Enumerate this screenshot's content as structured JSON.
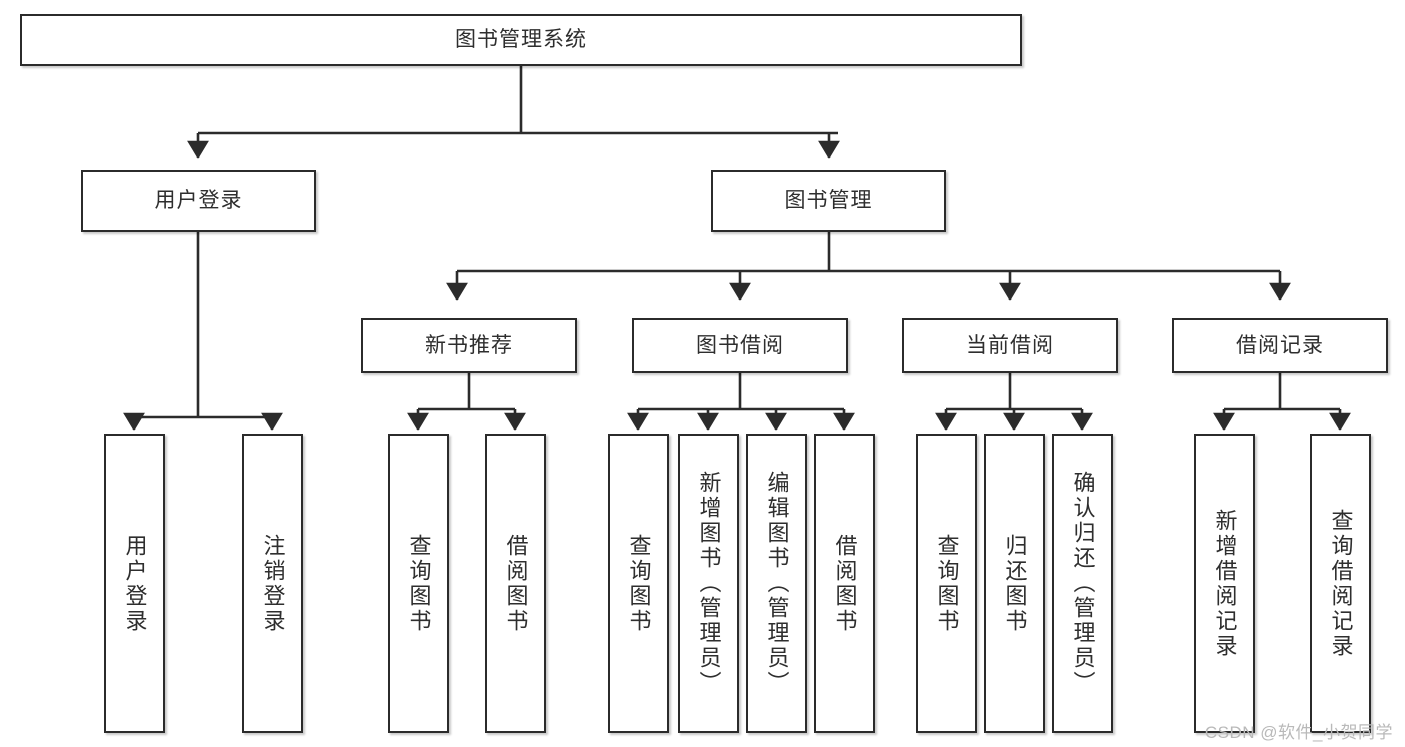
{
  "diagram": {
    "title": "图书管理系统",
    "type": "tree-hierarchy-diagram",
    "colors": {
      "box_border": "#2b2b2b",
      "box_fill": "#ffffff",
      "connector": "#2b2b2b",
      "text": "#2e2e2e",
      "watermark": "#b9b9b9",
      "background": "#ffffff"
    },
    "root": {
      "label": "图书管理系统"
    },
    "level1": [
      {
        "label": "用户登录"
      },
      {
        "label": "图书管理"
      }
    ],
    "level2": [
      {
        "label": "新书推荐"
      },
      {
        "label": "图书借阅"
      },
      {
        "label": "当前借阅"
      },
      {
        "label": "借阅记录"
      }
    ],
    "leaves": {
      "user_login": [
        {
          "label": "用户登录"
        },
        {
          "label": "注销登录"
        }
      ],
      "new_book_recommend": [
        {
          "label": "查询图书"
        },
        {
          "label": "借阅图书"
        }
      ],
      "book_borrow": [
        {
          "label": "查询图书"
        },
        {
          "label": "新增图书（管理员）"
        },
        {
          "label": "编辑图书（管理员）"
        },
        {
          "label": "借阅图书"
        }
      ],
      "current_borrow": [
        {
          "label": "查询图书"
        },
        {
          "label": "归还图书"
        },
        {
          "label": "确认归还（管理员）"
        }
      ],
      "borrow_record": [
        {
          "label": "新增借阅记录"
        },
        {
          "label": "查询借阅记录"
        }
      ]
    }
  },
  "watermark": {
    "text": "CSDN @软件_小贺同学"
  }
}
